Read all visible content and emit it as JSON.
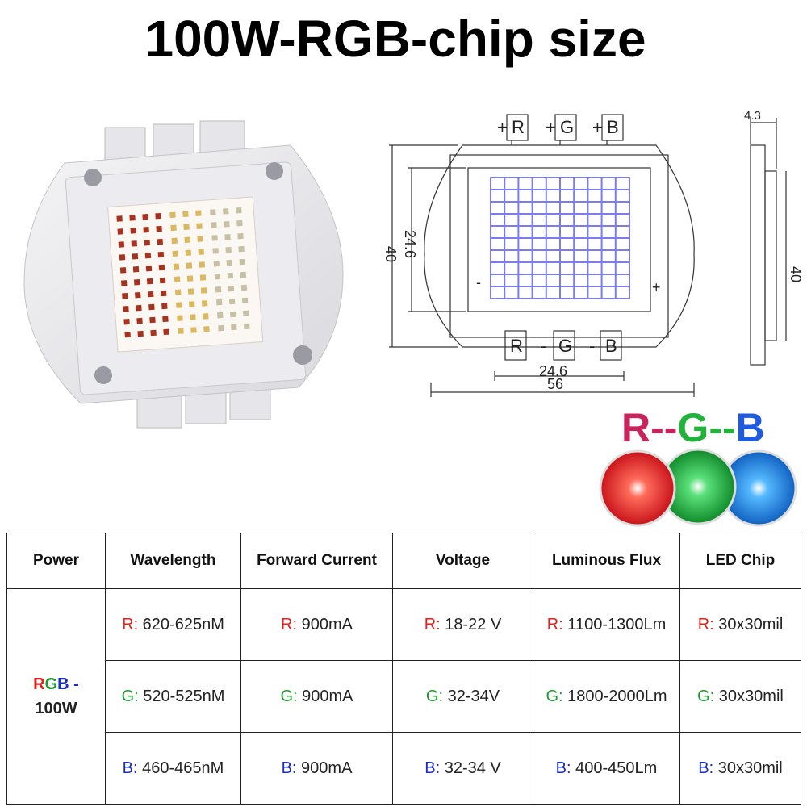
{
  "title": "100W-RGB-chip size",
  "drawing": {
    "pins_top": [
      "+",
      "R",
      "+",
      "G",
      "+",
      "B"
    ],
    "pins_bottom": [
      "R",
      "-",
      "G",
      "-",
      "B"
    ],
    "pad_minus": "-",
    "pad_plus": "+",
    "dim_height_outer": "40",
    "dim_height_inner": "24.6",
    "dim_width_inner": "24.6",
    "dim_width_outer": "56",
    "dim_thickness": "4.3",
    "dim_side_height": "40"
  },
  "rgb_label": {
    "r": "R",
    "sep1": "--",
    "g": "G",
    "sep2": "--",
    "b": "B"
  },
  "colors": {
    "red": "#e0201a",
    "green": "#1f9a2e",
    "blue": "#1a2fc0",
    "array_blue": "#8b8df5"
  },
  "table": {
    "headers": [
      "Power",
      "Wavelength",
      "Forward Current",
      "Voltage",
      "Luminous Flux",
      "LED Chip"
    ],
    "power": {
      "rgb_r": "R",
      "rgb_g": "G",
      "rgb_b": "B",
      "suffix": " -",
      "watt": "100W"
    },
    "rows": [
      {
        "prefix": "R:",
        "wavelength": " 620-625nM",
        "current": " 900mA",
        "voltage": " 18-22 V",
        "flux": " 1100-1300Lm",
        "chip": " 30x30mil"
      },
      {
        "prefix": "G:",
        "wavelength": " 520-525nM",
        "current": " 900mA",
        "voltage": " 32-34V",
        "flux": " 1800-2000Lm",
        "chip": " 30x30mil"
      },
      {
        "prefix": "B:",
        "wavelength": " 460-465nM",
        "current": " 900mA",
        "voltage": " 32-34 V",
        "flux": " 400-450Lm",
        "chip": " 30x30mil"
      }
    ]
  }
}
